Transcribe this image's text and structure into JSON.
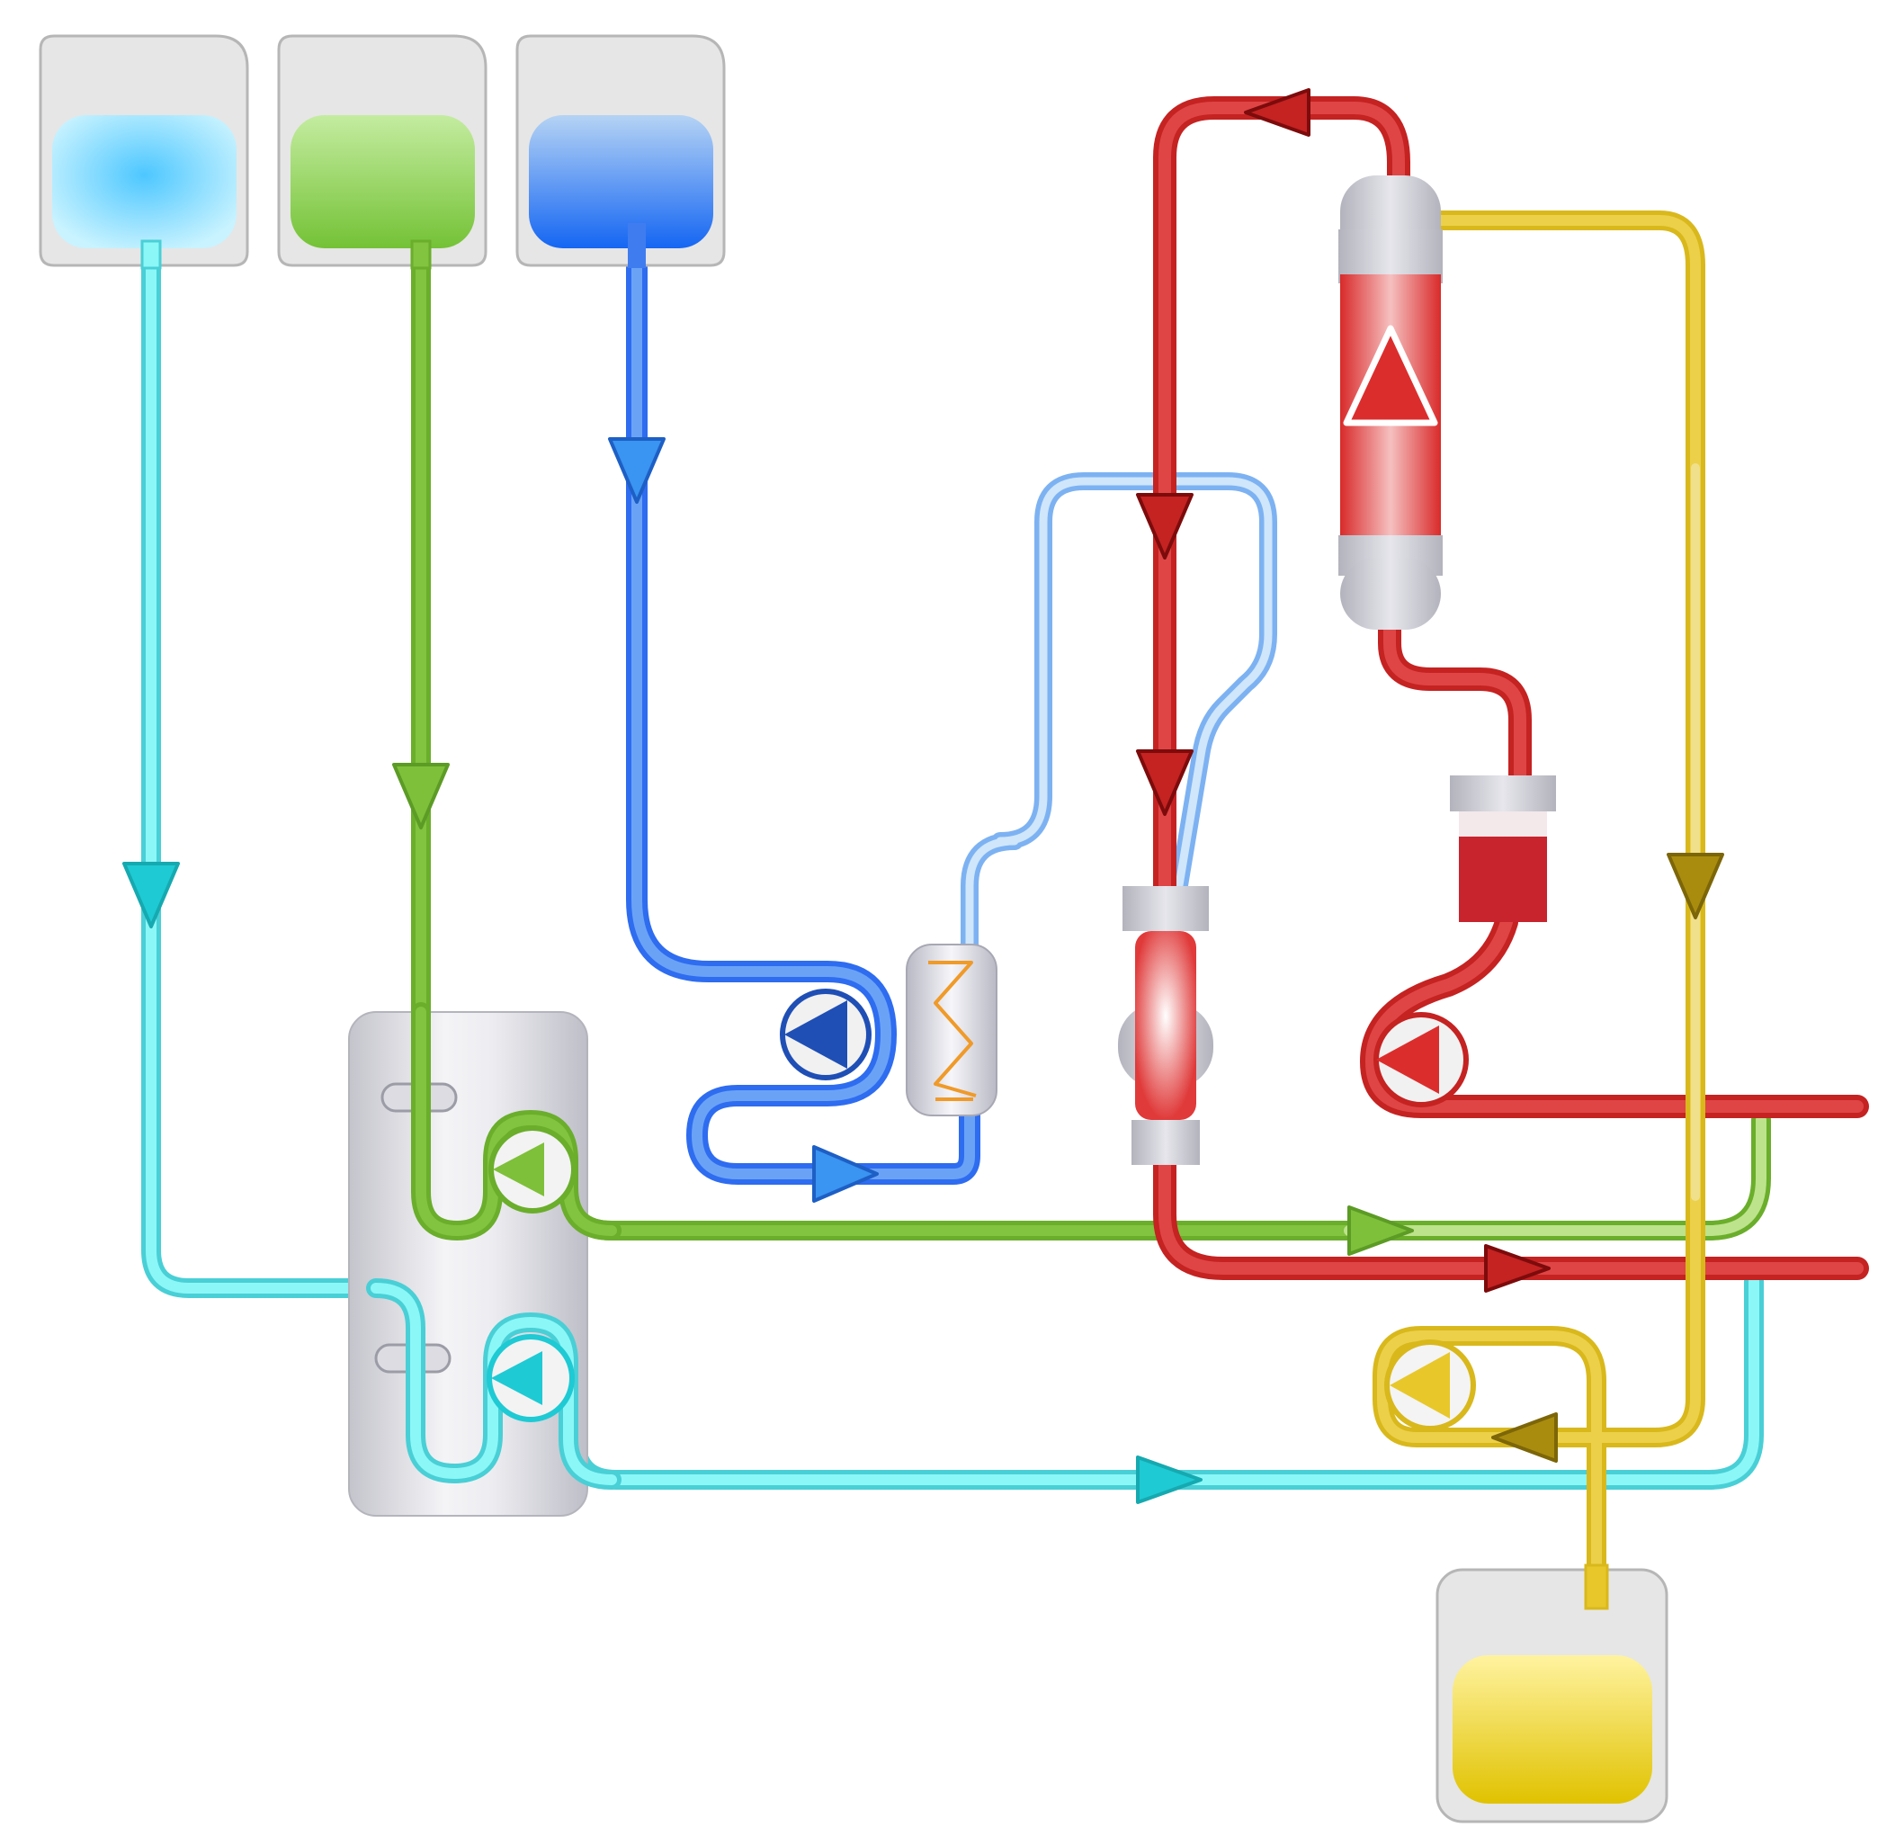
{
  "colors": {
    "cyan": "#66f0f2",
    "cyan_dark": "#1ecad4",
    "green": "#7ec039",
    "green_light": "#b5dd7c",
    "blue": "#3f7cf0",
    "blue_light": "#8cc1f5",
    "red": "#dc2d2d",
    "red_dark": "#9e1010",
    "yellow": "#e8c72a",
    "yellow_dark": "#a98c0e",
    "grey_device": "#c8c8d2",
    "bag_frame": "#e6e6e6"
  },
  "bags": [
    {
      "name": "cyan-fluid-bag",
      "fluid": "cyan"
    },
    {
      "name": "green-fluid-bag",
      "fluid": "green"
    },
    {
      "name": "blue-fluid-bag",
      "fluid": "blue"
    },
    {
      "name": "yellow-waste-bag",
      "fluid": "yellow"
    }
  ],
  "icons": [
    "flow-arrow-icon",
    "pump-icon",
    "heater-coil-icon",
    "filter-icon",
    "chamber-icon"
  ]
}
